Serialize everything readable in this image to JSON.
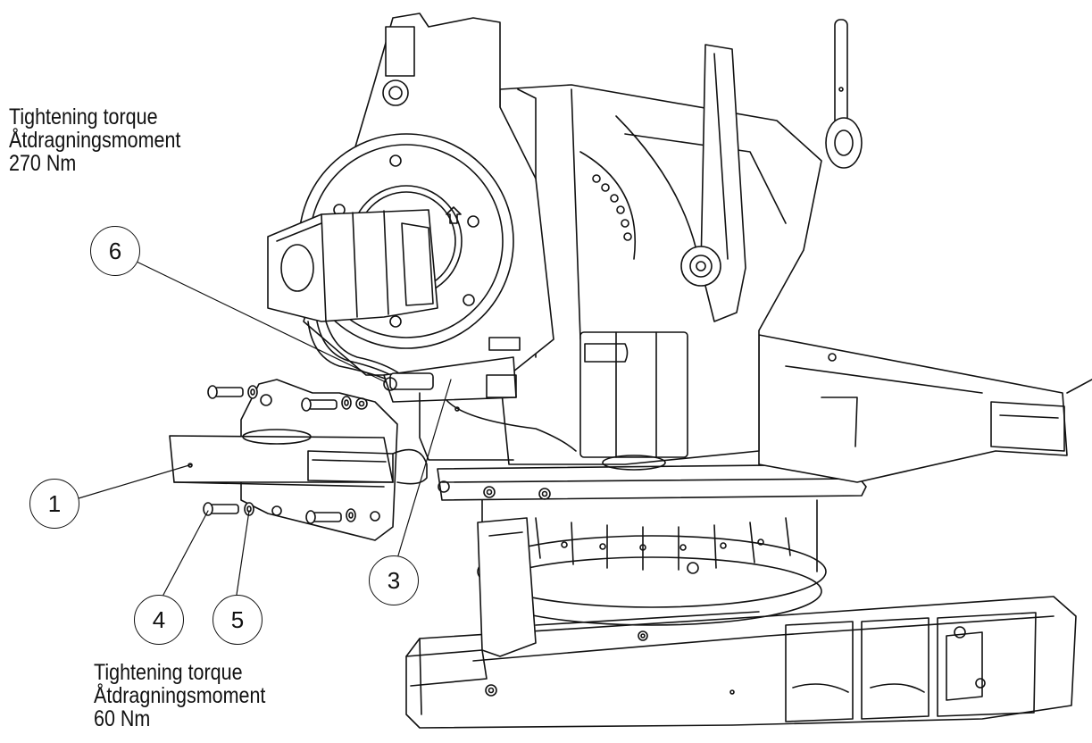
{
  "torque_notes": [
    {
      "lines": [
        "Tightening torque",
        "Åtdragningsmoment",
        "270 Nm"
      ]
    },
    {
      "lines": [
        "Tightening torque",
        "Åtdragningsmoment",
        "60 Nm"
      ]
    }
  ],
  "callouts": {
    "c6": "6",
    "c1": "1",
    "c3": "3",
    "c4": "4",
    "c5": "5"
  },
  "colors": {
    "ink": "#111111",
    "background": "#ffffff"
  }
}
